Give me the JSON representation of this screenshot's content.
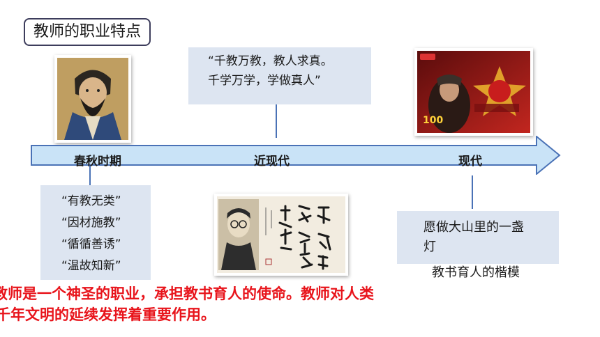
{
  "title": "教师的职业特点",
  "timeline": {
    "eras": [
      "春秋时期",
      "近现代",
      "现代"
    ]
  },
  "quotes": {
    "ancient": [
      "“有教无类”",
      "“因材施教”",
      "“循循善诱”",
      "“温故知新”"
    ],
    "modern": [
      "“千教万教，教人求真。",
      "千学万学，学做真人”"
    ],
    "contemporary": [
      "愿做大山里的一盏",
      "灯",
      "教书育人的楷模"
    ]
  },
  "images": {
    "confucius": "portrait-painting",
    "tao_xingzhi": "calligraphy-portrait",
    "tv_program": "tv-program-still"
  },
  "summary": {
    "line1": "教师是一个神圣的职业，承担教书育人的使命。教师对人类",
    "line2": "千年文明的延续发挥着重要作用。"
  },
  "colors": {
    "timeline_fill": "#c9e3f7",
    "timeline_stroke": "#4a72b6",
    "note_bg": "#dde5f1",
    "summary_text": "#e8141b"
  }
}
